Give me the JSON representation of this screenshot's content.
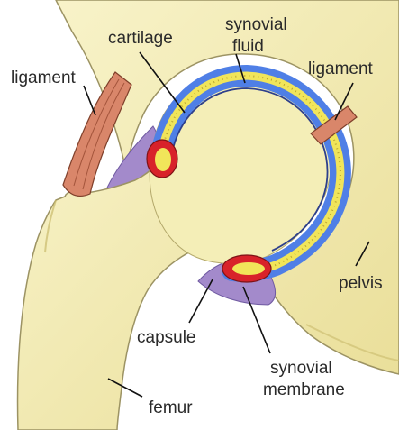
{
  "labels": {
    "cartilage": "cartilage",
    "synovial_fluid_line1": "synovial",
    "synovial_fluid_line2": "fluid",
    "ligament_left": "ligament",
    "ligament_right": "ligament",
    "pelvis": "pelvis",
    "capsule": "capsule",
    "synovial_membrane_line1": "synovial",
    "synovial_membrane_line2": "membrane",
    "femur": "femur"
  },
  "colors": {
    "bone": "#f4eeb7",
    "bone_shadow": "#ddd18f",
    "cartilage": "#4f7fe6",
    "synovial_fluid": "#f1e55a",
    "synovial_membrane": "#d8222a",
    "capsule": "#a38acb",
    "ligament": "#d9866a"
  }
}
